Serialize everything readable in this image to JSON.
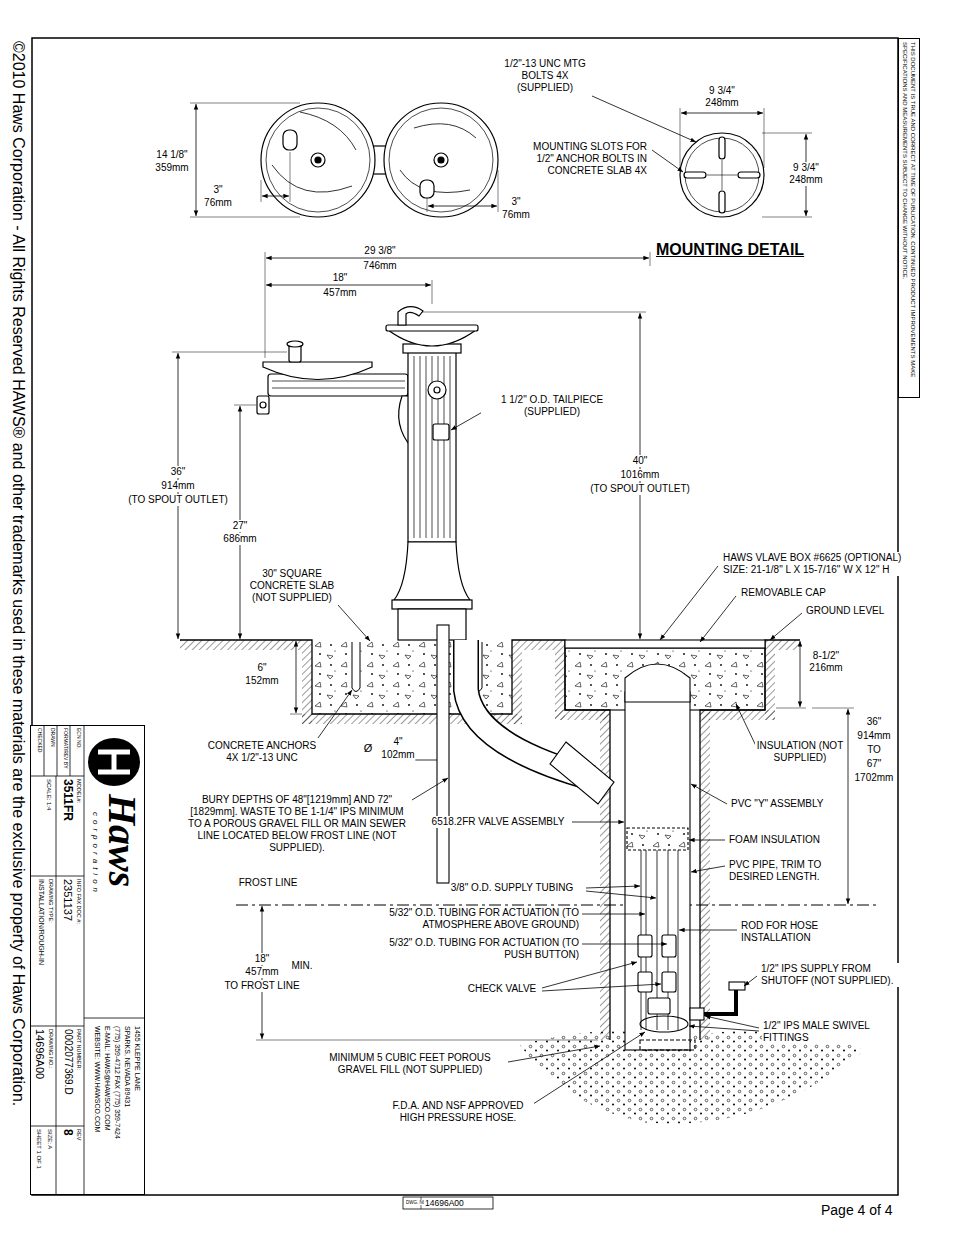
{
  "diagram": {
    "nodes": [
      {
        "text": [
          "THIS DOCUMENT IS TRUE AND CORRECT AT TIME OF PUBLICATION. CONTINUED PRODUCT IMPROVEMENTS MAKE SPECIFICATIONS AND MEASUREMENTS SUBJECT TO CHANGE WITHOUT NOTICE."
        ]
      },
      {
        "text": [
          "Haws",
          "corporation",
          "1455 KLEPPE LANE",
          "SPARKS, NEVADA 89431",
          "(775) 359-4712 FAX (775) 359-7424",
          "E-MAIL: HAWS@HAWSCO.COM",
          "WEBSITE: WWW.HAWSCO.COM",
          "MODEL#:",
          "3511FR",
          "INFO FAX DOC #:",
          "2351137",
          "DRAWING TYPE:",
          "INSTALLATION/ROUGH-IN",
          "SCALE: 1:4",
          "ECN NO.",
          "FORMAT/REV BY",
          "DRAWN",
          "CHECKED",
          "PART NUMBER:",
          "0002077369.D",
          "DRAWING NO.:",
          "14696A00",
          "REV",
          "8",
          "SIZE: A",
          "SHEET 1 OF 1"
        ]
      }
    ],
    "labels": [
      "14 1/8\"",
      "359mm",
      "3\"",
      "76mm",
      "3\"",
      "76mm",
      "1/2\"-13 UNC MTG BOLTS 4X (SUPPLIED)",
      "9 3/4\"",
      "248mm",
      "MOUNTING SLOTS FOR 1/2\" ANCHOR BOLTS IN CONCRETE SLAB 4X",
      "9 3/4\"",
      "248mm",
      "MOUNTING DETAIL",
      "29 3/8\"",
      "746mm",
      "18\"",
      "457mm",
      "1 1/2\" O.D. TAILPIECE (SUPPLIED)",
      "36\"",
      "914mm",
      "(TO SPOUT OUTLET)",
      "27\"",
      "686mm",
      "40\"",
      "1016mm",
      "(TO SPOUT OUTLET)",
      "30\" SQUARE CONCRETE SLAB (NOT SUPPLIED)",
      "HAWS VLAVE BOX #6625 (OPTIONAL) SIZE: 21-1/8\" L X 15-7/16\" W X 12\" H",
      "REMOVABLE CAP",
      "GROUND LEVEL",
      "8-1/2\"",
      "216mm",
      "6\"",
      "152mm",
      "36\"",
      "914mm",
      "TO",
      "67\"",
      "1702mm",
      "INSULATION (NOT SUPPLIED)",
      "CONCRETE ANCHORS 4X 1/2\"-13 UNC",
      "Ø",
      "4\"",
      "102mm",
      "BURY DEPTHS OF 48\"[1219mm] AND 72\" [1829mm]. WASTE TO BE 1-1/4\" IPS MINIMUM TO A POROUS GRAVEL FILL OR MAIN SEWER LINE LOCATED BELOW FROST LINE (NOT SUPPLIED).",
      "6518.2FR VALVE ASSEMBLY",
      "PVC \"Y\" ASSEMBLY",
      "FOAM INSULATION",
      "PVC PIPE, TRIM TO DESIRED LENGTH.",
      "FROST LINE",
      "3/8\" O.D. SUPPLY TUBING",
      "5/32\" O.D. TUBING FOR ACTUATION (TO ATMOSPHERE ABOVE GROUND)",
      "ROD FOR HOSE INSTALLATION",
      "5/32\" O.D. TUBING FOR ACTUATION (TO PUSH BUTTON)",
      "18\"",
      "457mm",
      "MIN.",
      "TO FROST LINE",
      "1/2\" IPS SUPPLY FROM SHUTOFF (NOT SUPPLIED).",
      "CHECK VALVE",
      "1/2\" IPS MALE SWIVEL FITTINGS",
      "MINIMUM 5 CUBIC FEET POROUS GRAVEL FILL (NOT SUPPLIED)",
      "F.D.A. AND NSF APPROVED HIGH PRESSURE HOSE.",
      "Page 4 of 4",
      "DWG. NO.",
      "14696A00",
      "©2010 Haws Corporation - All Rights Reserved HAWS® and other trademarks used in these materials are the exclusive property of Haws Corporation."
    ]
  }
}
